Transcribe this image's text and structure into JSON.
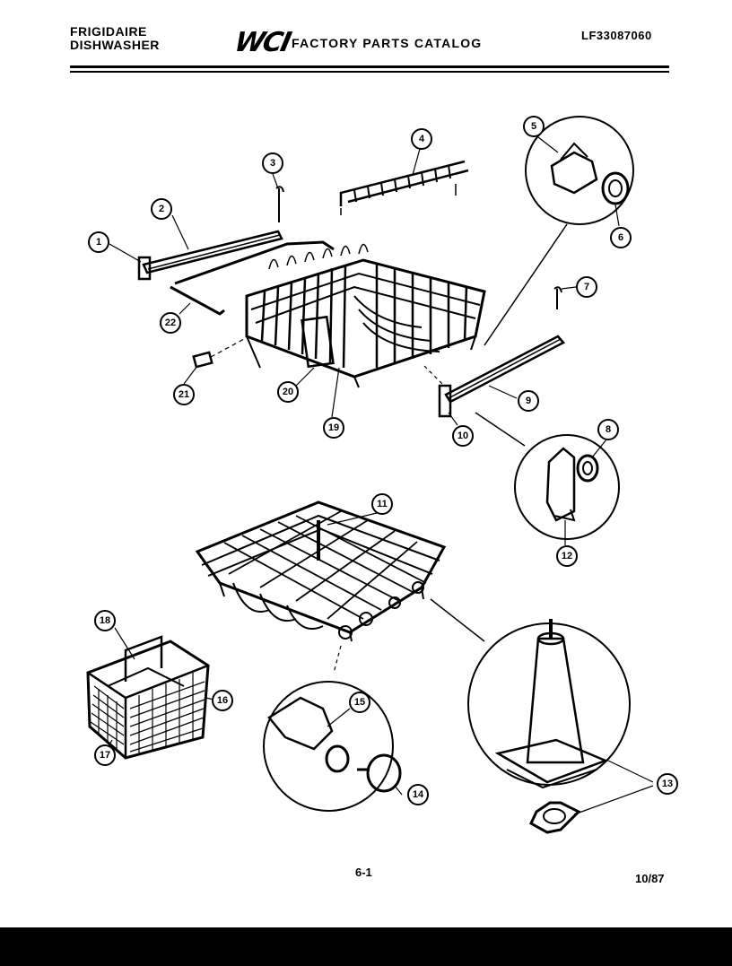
{
  "header": {
    "brand_line1": "FRIGIDAIRE",
    "brand_line2": "DISHWASHER",
    "logo": "WCI",
    "catalog_title": "FACTORY PARTS CATALOG",
    "model_number": "LF33087060"
  },
  "footer": {
    "page": "6-1",
    "date": "10/87"
  },
  "callouts": [
    "1",
    "2",
    "3",
    "4",
    "5",
    "6",
    "7",
    "8",
    "9",
    "10",
    "11",
    "12",
    "13",
    "14",
    "15",
    "16",
    "17",
    "18",
    "19",
    "20",
    "21",
    "22"
  ]
}
